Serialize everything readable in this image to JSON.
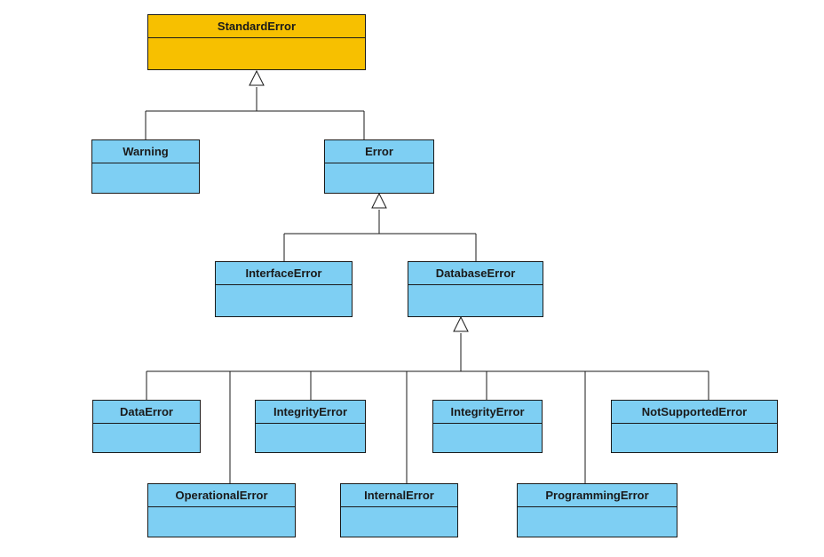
{
  "classes": {
    "standard_error": "StandardError",
    "warning": "Warning",
    "error": "Error",
    "interface_error": "InterfaceError",
    "database_error": "DatabaseError",
    "data_error": "DataError",
    "operational_error": "OperationalError",
    "integrity_error_1": "IntegrityError",
    "internal_error": "InternalError",
    "integrity_error_2": "IntegrityError",
    "programming_error": "ProgrammingError",
    "not_supported_error": "NotSupportedError"
  },
  "colors": {
    "root_fill": "#f7c000",
    "class_fill": "#7ecff3",
    "stroke": "#1a1a1a"
  }
}
